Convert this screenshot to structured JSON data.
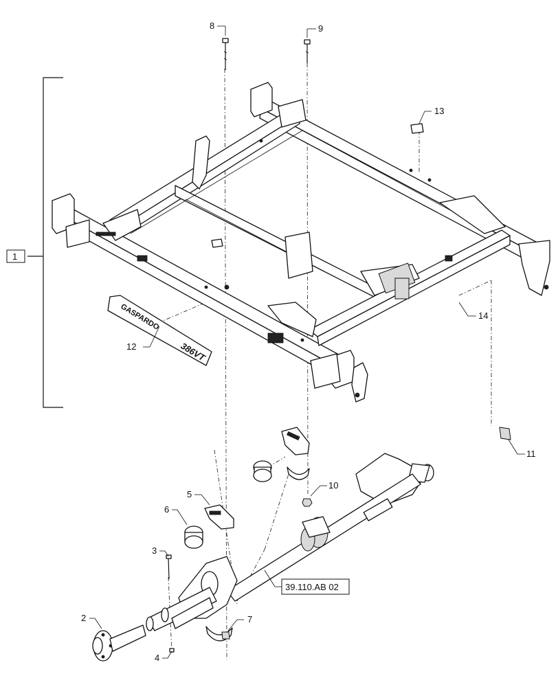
{
  "callouts": {
    "c1": "1",
    "c2": "2",
    "c3": "3",
    "c4": "4",
    "c5": "5",
    "c6": "6",
    "c7": "7",
    "c8": "8",
    "c9": "9",
    "c10": "10",
    "c11": "11",
    "c12": "12",
    "c13": "13",
    "c14": "14"
  },
  "reference_box": "39.110.AB 02",
  "decal": {
    "brand_text": "GASPARDO",
    "model_text": "386VT"
  }
}
